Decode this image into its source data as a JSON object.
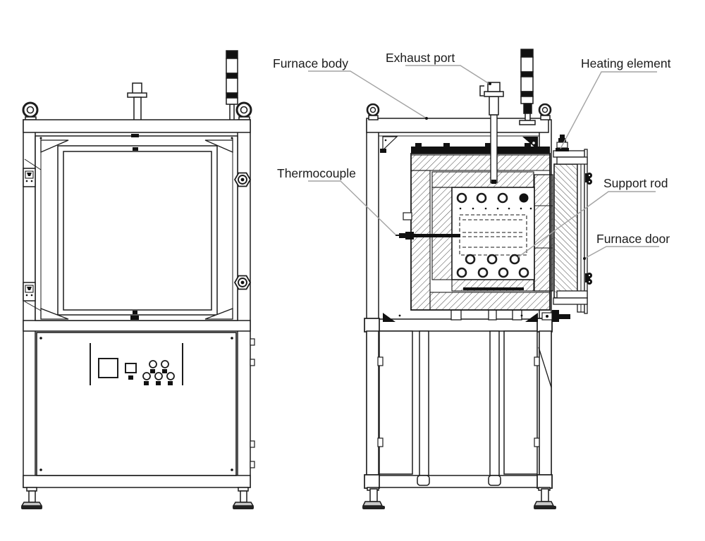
{
  "diagram": {
    "labels": {
      "furnace_body": "Furnace body",
      "exhaust_port": "Exhaust port",
      "heating_element": "Heating element",
      "thermocouple": "Thermocouple",
      "support_rod": "Support rod",
      "furnace_door": "Furnace door"
    },
    "colors": {
      "line": "#1c1c1c",
      "leader": "#a3a3a3",
      "label_text": "#1b1b1b",
      "background": "#ffffff"
    }
  }
}
